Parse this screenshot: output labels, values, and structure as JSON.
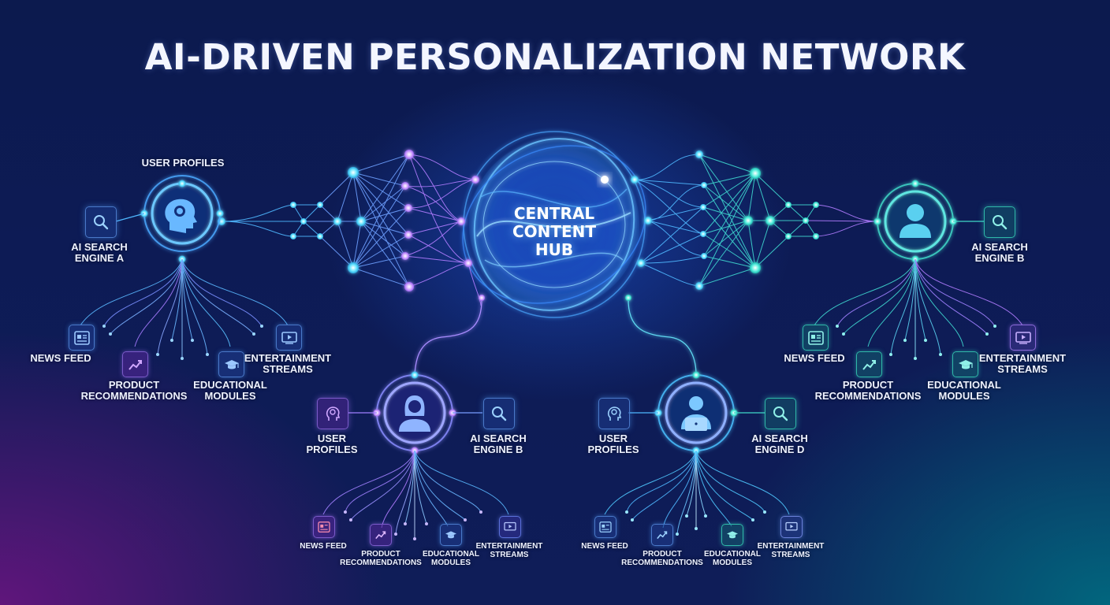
{
  "title": "AI-DRIVEN PERSONALIZATION NETWORK",
  "hub": {
    "line1": "CENTRAL",
    "line2": "CONTENT",
    "line3": "HUB"
  },
  "colors": {
    "purple": "#a978ff",
    "blue": "#4fb8ff",
    "cyan": "#3fe6d8",
    "bg": "#0d1b55"
  },
  "clusters": {
    "top_left": {
      "top_label": "USER PROFILES",
      "center_icon": "head-gear-icon",
      "side": {
        "line1": "AI SEARCH",
        "line2": "ENGINE A",
        "icon": "search-icon"
      },
      "outputs": {
        "news": "NEWS FEED",
        "product": {
          "line1": "PRODUCT",
          "line2": "RECOMMENDATIONS"
        },
        "edu": {
          "line1": "EDUCATIONAL",
          "line2": "MODULES"
        },
        "ent": {
          "line1": "ENTERTAINMENT",
          "line2": "STREAMS"
        }
      }
    },
    "top_right": {
      "center_icon": "user-icon",
      "side": {
        "line1": "AI SEARCH",
        "line2": "ENGINE B",
        "icon": "search-icon"
      },
      "outputs": {
        "news": "NEWS FEED",
        "product": {
          "line1": "PRODUCT",
          "line2": "RECOMMENDATIONS"
        },
        "edu": {
          "line1": "EDUCATIONAL",
          "line2": "MODULES"
        },
        "ent": {
          "line1": "ENTERTAINMENT",
          "line2": "STREAMS"
        }
      }
    },
    "bottom_left": {
      "center_icon": "woman-user-icon",
      "left": {
        "line1": "USER",
        "line2": "PROFILES",
        "icon": "brain-head-icon"
      },
      "right": {
        "line1": "AI SEARCH",
        "line2": "ENGINE B",
        "icon": "search-icon"
      },
      "outputs": {
        "news": "NEWS FEED",
        "product": {
          "line1": "PRODUCT",
          "line2": "RECOMMENDATIONS"
        },
        "edu": {
          "line1": "EDUCATIONAL",
          "line2": "MODULES"
        },
        "ent": {
          "line1": "ENTERTAINMENT",
          "line2": "STREAMS"
        }
      }
    },
    "bottom_right": {
      "center_icon": "laptop-user-icon",
      "left": {
        "line1": "USER",
        "line2": "PROFILES",
        "icon": "brain-head-icon"
      },
      "right": {
        "line1": "AI SEARCH",
        "line2": "ENGINE D",
        "icon": "search-icon"
      },
      "outputs": {
        "news": "NEWS FEED",
        "product": {
          "line1": "PRODUCT",
          "line2": "RECOMMENDATIONS"
        },
        "edu": {
          "line1": "EDUCATIONAL",
          "line2": "MODULES"
        },
        "ent": {
          "line1": "ENTERTAINMENT",
          "line2": "STREAMS"
        }
      }
    }
  }
}
